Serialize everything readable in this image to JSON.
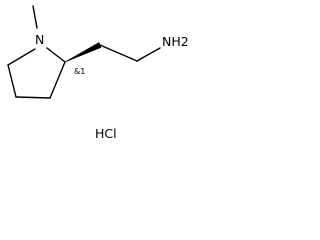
{
  "atoms": {
    "ring_nitrogen": "N",
    "amine": "NH2",
    "stereo_descriptor": "&1"
  },
  "salt": "HCl"
}
